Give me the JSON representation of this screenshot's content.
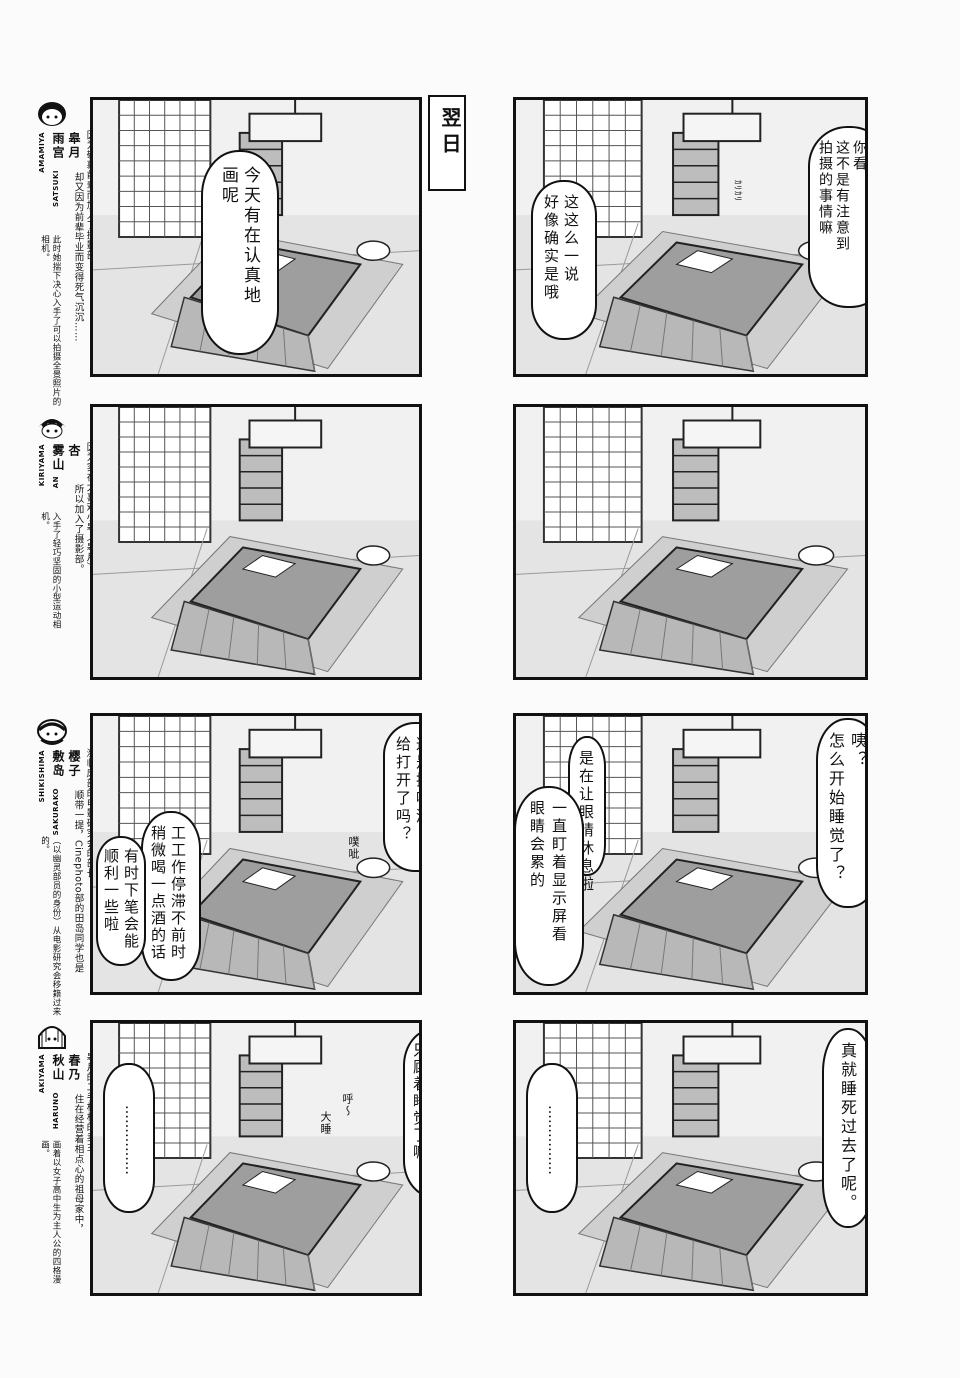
{
  "sidebar": {
    "characters": [
      {
        "romaji_surname": "AMAMIYA",
        "surname": "雨宫",
        "given": "皋月",
        "romaji_given": "SATSUKI",
        "desc": [
          "因为敬慕前辈而加入了摄影部，",
          "却又因为前辈毕业而变得死气沉沉……",
          "此时她揣下决心入手了可以拍摄全景照片的相机。"
        ]
      },
      {
        "romaji_surname": "KIRIYAMA",
        "surname": "雾山",
        "given": "杏",
        "romaji_given": "AN",
        "desc": [
          "因为实在太喜欢小皋（皋月）",
          "所以加入了摄影部。",
          "入手了轻巧坚固的小型运动相机。"
        ]
      },
      {
        "romaji_surname": "SHIKISHIMA",
        "surname": "敷岛",
        "given": "樱子",
        "romaji_given": "SAKURAKO",
        "desc": [
          "濒临废部的电影研究会的部长。",
          "顺带一提，Cinephoto部的田岛同学也是",
          "（以幽灵部员的身份）从电影研究会移籍过来的。"
        ]
      },
      {
        "romaji_surname": "AKIYAMA",
        "surname": "秋山",
        "given": "春乃",
        "romaji_given": "HARUNO",
        "desc": [
          "皋月的二手相机的卖主。",
          "住在经营着相点心的祖母家中，",
          "画着以女子高中生为主人公的四格漫画。"
        ]
      }
    ]
  },
  "title_box": "翌日",
  "panels": {
    "p1": {
      "bubble1": "今天有在认真地\n画呢"
    },
    "p2": {
      "bubble1": "你看\n这不是有注意到\n拍摄的事情嘛",
      "bubble2": "这这么一说\n好像确实是哦",
      "sfx": "ｶﾘｶﾘ"
    },
    "p5": {
      "bubble1": "这是把啤酒\n给打开了吗？",
      "bubble2": "工工作停滞不前时\n稍微喝一点酒的话",
      "bubble3": "有时下笔会能\n顺利一些啦",
      "sfx": "噗呲"
    },
    "p6": {
      "bubble1": "咦？\n怎么开始睡觉了？",
      "bubble2": "是在让眼睛休息啦",
      "bubble3": "一直盯着显示屏看\n眼睛会累的"
    },
    "p7": {
      "bubble1": "不是喝得昏天黑地\n只顾着睡觉了嘛。",
      "bubble2": "……………",
      "sfx1": "呼～",
      "sfx2": "大睡"
    },
    "p8": {
      "bubble1": "真就睡死过去了呢。",
      "bubble2": "……………"
    }
  }
}
